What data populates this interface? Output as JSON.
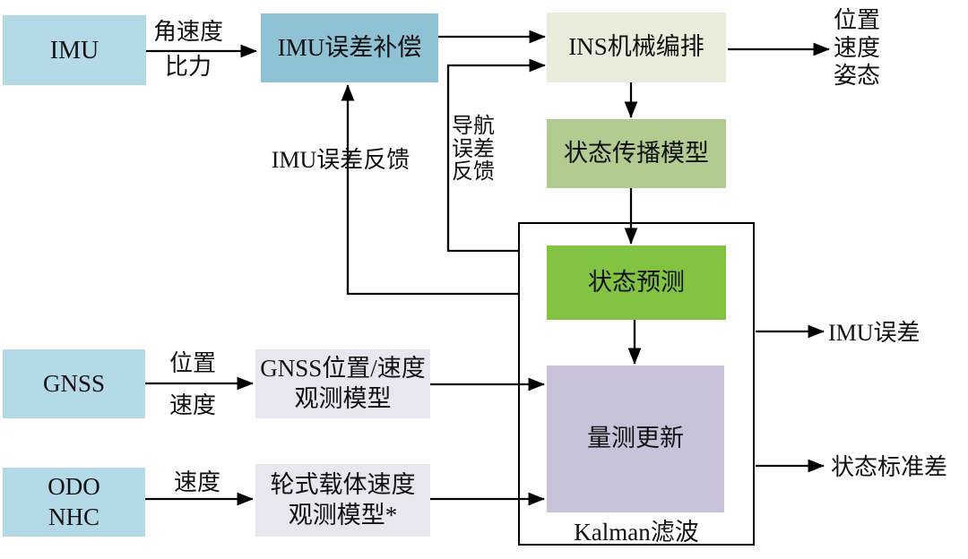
{
  "diagram_type": "GNSS/INS/ODO integrated navigation Kalman filter block diagram",
  "nodes": {
    "imu": {
      "label": "IMU"
    },
    "imu_comp": {
      "label": "IMU误差补偿"
    },
    "ins_mech": {
      "label": "INS机械编排"
    },
    "state_prop": {
      "label": "状态传播模型"
    },
    "state_pred": {
      "label": "状态预测"
    },
    "meas_update": {
      "label": "量测更新"
    },
    "kalman": {
      "label": "Kalman滤波"
    },
    "gnss": {
      "label": "GNSS"
    },
    "gnss_obs": {
      "line1": "GNSS位置/速度",
      "line2": "观测模型"
    },
    "odo": {
      "line1": "ODO",
      "line2": "NHC"
    },
    "wheel_obs": {
      "line1": "轮式载体速度",
      "line2": "观测模型*"
    }
  },
  "edge_labels": {
    "imu_to_comp": {
      "line1": "角速度",
      "line2": "比力"
    },
    "gnss_to_obs": {
      "line1": "位置",
      "line2": "速度"
    },
    "odo_to_obs": "速度",
    "imu_error_feedback": "IMU误差反馈",
    "nav_feedback": {
      "line1": "导航",
      "line2": "误差",
      "line3": "反馈"
    }
  },
  "outputs": {
    "nav_solution": {
      "line1": "位置",
      "line2": "速度",
      "line3": "姿态"
    },
    "imu_error": "IMU误差",
    "state_std": "状态标准差"
  },
  "colors": {
    "source_box": "#b5dae7",
    "imu_comp_box": "#8fc2d4",
    "ins_box": "#e8eedb",
    "state_prop_box": "#b2cb90",
    "state_pred_box": "#82c341",
    "meas_update_box": "#cac2db",
    "obs_model_box": "#e9e6f0",
    "line": "#000000"
  }
}
